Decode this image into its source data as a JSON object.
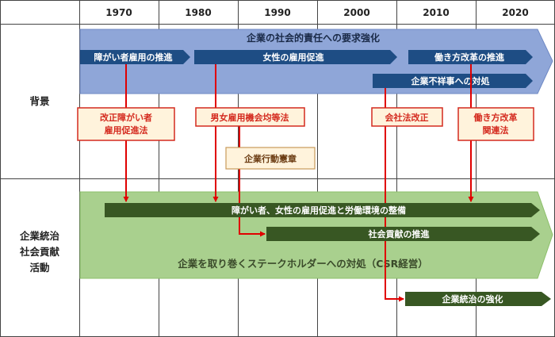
{
  "decades": [
    "1970",
    "1980",
    "1990",
    "2000",
    "2010",
    "2020"
  ],
  "row_labels": {
    "background": "背景",
    "activities_lines": [
      "企業統治",
      "社会貢献",
      "活動"
    ]
  },
  "background": {
    "band_title": "企業の社会的責任への要求強化",
    "arrows": {
      "disability": "障がい者雇用の推進",
      "women": "女性の雇用促進",
      "workstyle": "働き方改革の推進",
      "misconduct": "企業不祥事への対処"
    }
  },
  "laws": {
    "disability_law": [
      "改正障がい者",
      "雇用促進法"
    ],
    "equal_opportunity": "男女雇用機会均等法",
    "companies_act": "会社法改正",
    "workstyle_law": [
      "働き方改革",
      "関連法"
    ]
  },
  "charter": "企業行動憲章",
  "activities": {
    "band_title": "企業を取り巻くステークホルダーへの対処（CSR経営）",
    "arrows": {
      "environment": "障がい者、女性の雇用促進と労働環境の整備",
      "contribution": "社会貢献の推進",
      "governance": "企業統治の強化"
    }
  },
  "colors": {
    "blue_band": "#8fa6d8",
    "blue_arrow": "#1e4d84",
    "law_border": "#d42a1e",
    "law_fill": "#fff3dc",
    "green_band": "#a9d08e",
    "green_arrow": "#385723",
    "connector": "#e00000"
  }
}
